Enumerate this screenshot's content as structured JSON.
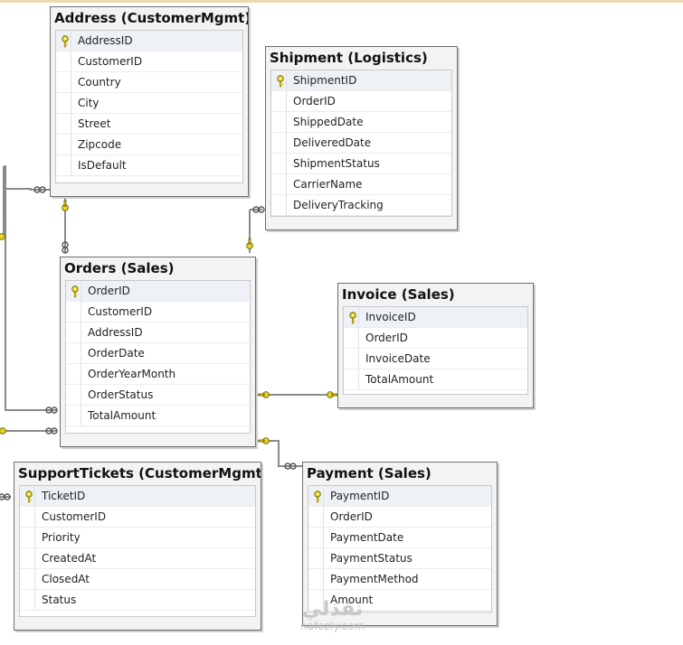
{
  "tables": {
    "address": {
      "title": "Address (CustomerMgmt)",
      "columns": [
        "AddressID",
        "CustomerID",
        "Country",
        "City",
        "Street",
        "Zipcode",
        "IsDefault"
      ],
      "primary_key": "AddressID"
    },
    "shipment": {
      "title": "Shipment (Logistics)",
      "columns": [
        "ShipmentID",
        "OrderID",
        "ShippedDate",
        "DeliveredDate",
        "ShipmentStatus",
        "CarrierName",
        "DeliveryTracking"
      ],
      "primary_key": "ShipmentID"
    },
    "orders": {
      "title": "Orders (Sales)",
      "columns": [
        "OrderID",
        "CustomerID",
        "AddressID",
        "OrderDate",
        "OrderYearMonth",
        "OrderStatus",
        "TotalAmount"
      ],
      "primary_key": "OrderID"
    },
    "invoice": {
      "title": "Invoice (Sales)",
      "columns": [
        "InvoiceID",
        "OrderID",
        "InvoiceDate",
        "TotalAmount"
      ],
      "primary_key": "InvoiceID"
    },
    "support_tickets": {
      "title": "SupportTickets (CustomerMgmt)",
      "columns": [
        "TicketID",
        "CustomerID",
        "Priority",
        "CreatedAt",
        "ClosedAt",
        "Status"
      ],
      "primary_key": "TicketID"
    },
    "payment": {
      "title": "Payment (Sales)",
      "columns": [
        "PaymentID",
        "OrderID",
        "PaymentDate",
        "PaymentStatus",
        "PaymentMethod",
        "Amount"
      ],
      "primary_key": "PaymentID"
    }
  },
  "watermark": {
    "arabic": "نفذلي",
    "latin": "nafezly.com"
  },
  "colors": {
    "key_icon": "#e6d21a",
    "connector": "#8a8a8a",
    "table_border": "#6e6e6e"
  },
  "icons": {
    "primary_key": "key-icon"
  }
}
